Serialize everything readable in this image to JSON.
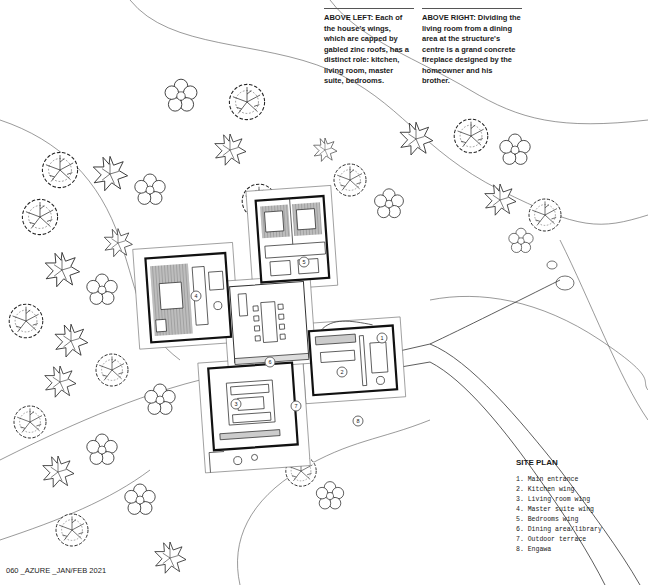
{
  "diagram": {
    "title": "SITE PLAN",
    "labels": [
      "ABOVE LEFT: Each of the house's wings, which are capped by gabled zinc roofs, has a distinct role: kitchen, living room, master suite, bedrooms.",
      "ABOVE RIGHT: Dividing the living room from a dining area at the structure's centre is a grand concrete fireplace designed by the homeowner and his brother.",
      "1. Main entrance",
      "2. Kitchen wing",
      "3. Living room wing",
      "4. Master suite wing",
      "5. Bedrooms wing",
      "6. Dining area/library",
      "7. Outdoor terrace",
      "8. Engawa",
      "1",
      "2",
      "3",
      "4",
      "5",
      "6",
      "7",
      "8",
      "060 _AZURE _JAN/FEB 2021"
    ]
  }
}
